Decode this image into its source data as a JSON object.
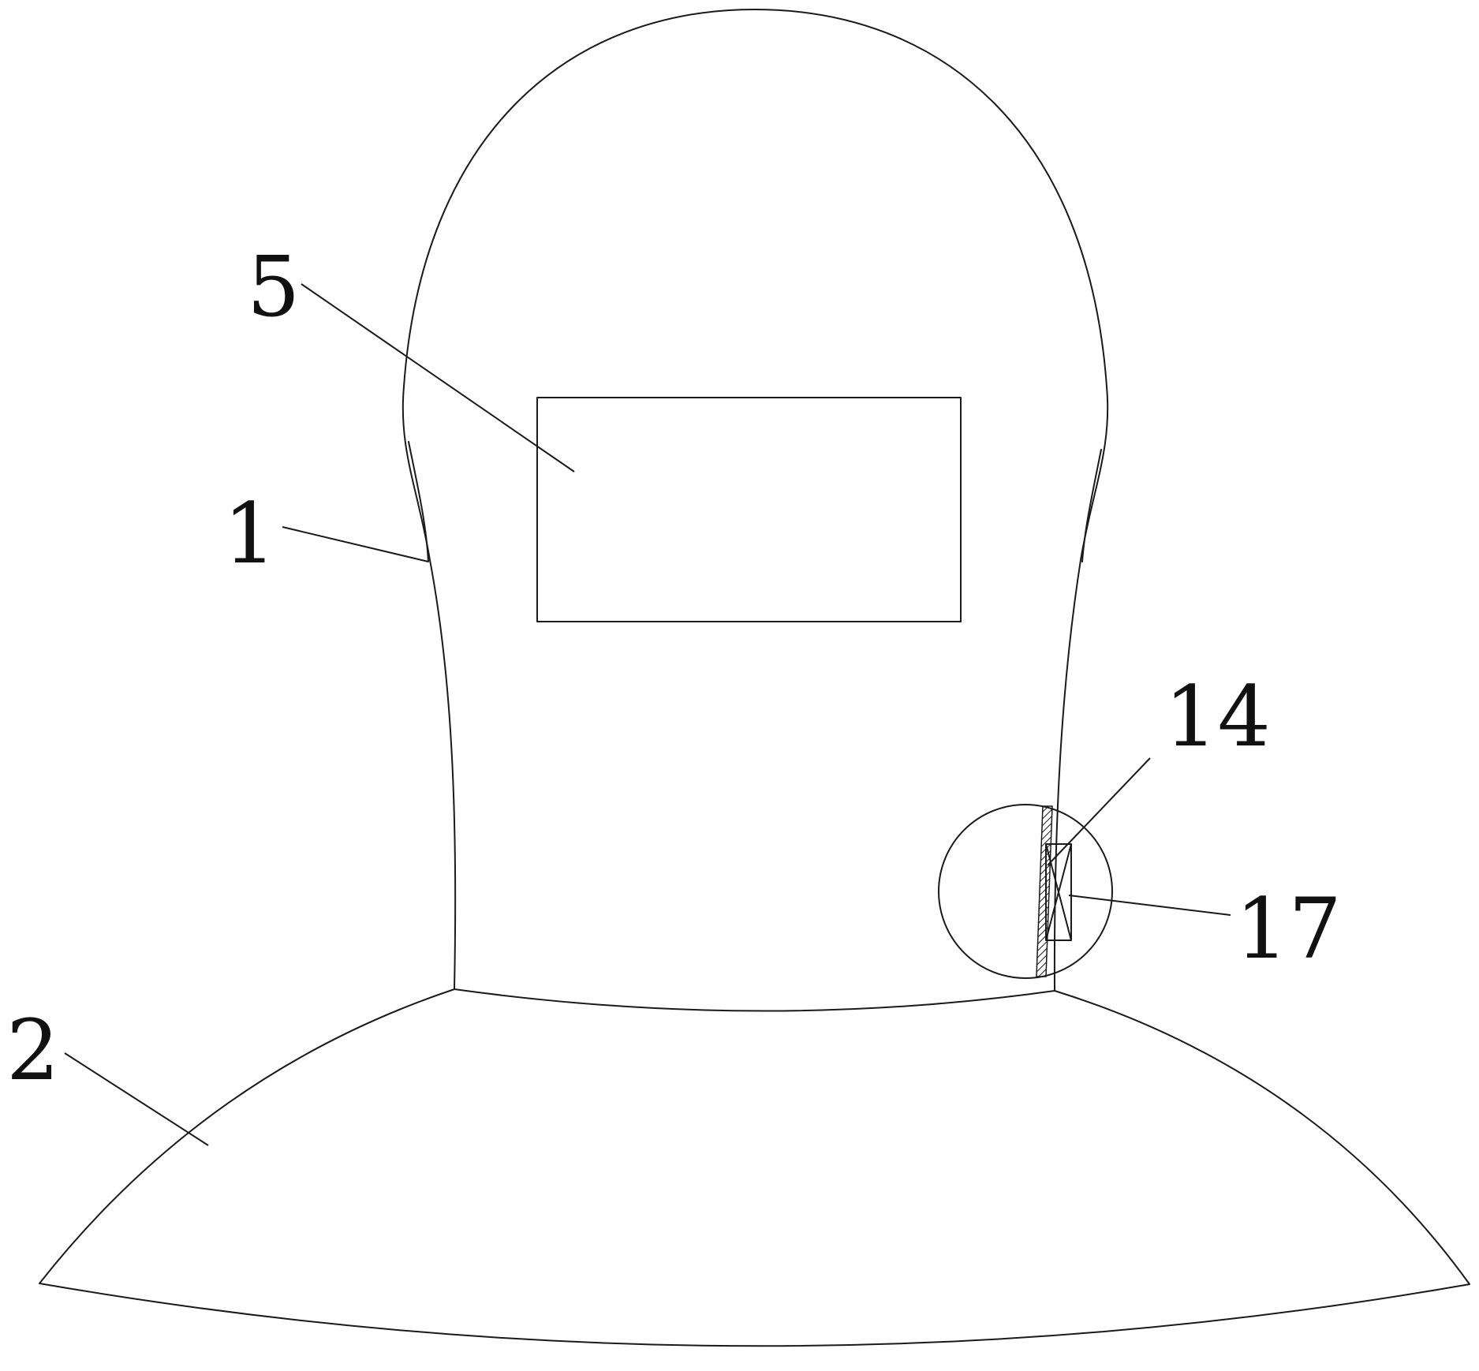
{
  "figure": {
    "callouts": [
      {
        "id": "hood-body",
        "label": "1"
      },
      {
        "id": "shoulder-cape",
        "label": "2"
      },
      {
        "id": "view-window",
        "label": "5"
      },
      {
        "id": "side-strip",
        "label": "14"
      },
      {
        "id": "side-module",
        "label": "17"
      }
    ]
  }
}
